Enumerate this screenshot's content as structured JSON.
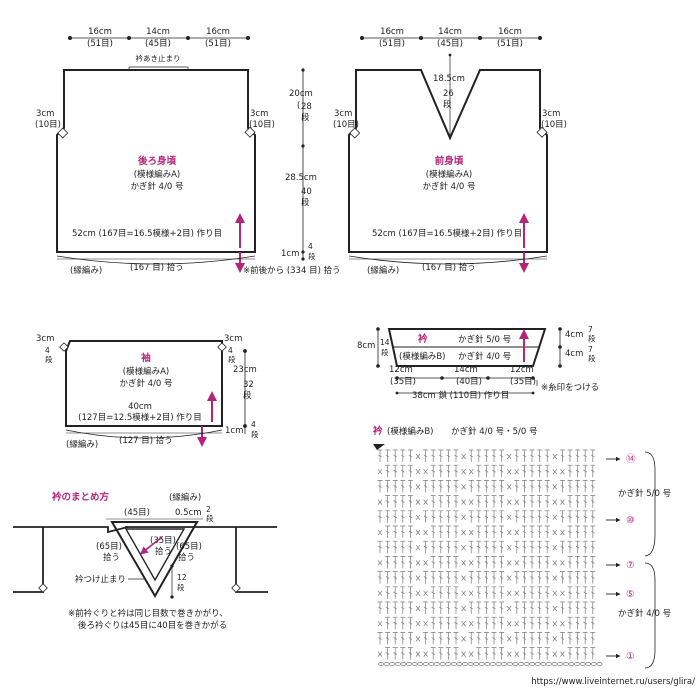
{
  "colors": {
    "line": "#222222",
    "accent": "#b5247a",
    "stitch": "#7a7a7a"
  },
  "back": {
    "widths": [
      "16cm",
      "14cm",
      "16cm"
    ],
    "width_rows": [
      "(51目)",
      "(45目)",
      "(51目)"
    ],
    "neck_label": "衿あき止まり",
    "armhole_left": "3cm",
    "armhole_left_rows": "(10目)",
    "armhole_right": "3cm",
    "armhole_right_rows": "(10目)",
    "title": "後ろ身頃",
    "pattern": "(模様編みA)",
    "hook": "かぎ針 4/0 号",
    "hem": "52cm (167目=16.5模様+2目) 作り目",
    "edge": "(縁編み)",
    "pickup": "(167 目) 拾う"
  },
  "heights": {
    "upper": "20cm",
    "upper_rows": [
      "28",
      "段"
    ],
    "lower": "28.5cm",
    "lower_rows": [
      "40",
      "段"
    ],
    "edge": "1cm",
    "edge_rows": [
      "4",
      "段"
    ],
    "note": "※前後から (334 目) 拾う"
  },
  "front": {
    "widths": [
      "16cm",
      "14cm",
      "16cm"
    ],
    "width_rows": [
      "(51目)",
      "(45目)",
      "(51目)"
    ],
    "v_depth": "18.5cm",
    "v_rows": [
      "26",
      "段"
    ],
    "armhole_left": "3cm",
    "armhole_left_rows": "(10目)",
    "armhole_right": "3cm",
    "armhole_right_rows": "(10目)",
    "title": "前身頃",
    "pattern": "(模様編みA)",
    "hook": "かぎ針 4/0 号",
    "hem": "52cm (167目=16.5模様+2目) 作り目",
    "edge": "(縁編み)",
    "pickup": "(167 目) 拾う"
  },
  "sleeve": {
    "top_left": "3cm",
    "top_left_rows": [
      "4",
      "段"
    ],
    "top_right": "3cm",
    "top_right_rows": [
      "4",
      "段"
    ],
    "height": "23cm",
    "height_rows": [
      "32",
      "段"
    ],
    "edge_h": "1cm",
    "edge_rows": [
      "4",
      "段"
    ],
    "title": "袖",
    "pattern": "(模様編みA)",
    "hook": "かぎ針 4/0 号",
    "width": "40cm",
    "cast": "(127目=12.5模様+2目) 作り目",
    "edge": "(縁編み)",
    "pickup": "(127 目) 拾う"
  },
  "collar": {
    "title": "衿",
    "top_hook": "かぎ針 5/0 号",
    "total_h": "8cm",
    "total_rows": [
      "14",
      "段"
    ],
    "pattern_b": "(模様編みB)",
    "bottom_hook": "かぎ針 4/0 号",
    "r1": "4cm",
    "r1_rows": [
      "7",
      "段"
    ],
    "r2": "4cm",
    "r2_rows": [
      "7",
      "段"
    ],
    "w_left": "12cm",
    "w_left_rows": "(35目)",
    "w_mid": "14cm",
    "w_mid_rows": "(40目)",
    "w_right": "12cm",
    "w_right_rows": "(35目)",
    "mark_note": "※糸印をつける",
    "bottom": "38cm 鎖 (110目) 作り目"
  },
  "finish": {
    "title": "衿のまとめ方",
    "edge": "(縁編み)",
    "edge_h": "0.5cm",
    "edge_rows": [
      "2",
      "段"
    ],
    "top_count": "(45目)",
    "mid_count": "(35目)",
    "mid_pick": "拾う",
    "left_count": "(65目)",
    "left_pick": "拾う",
    "right_count": "(65目)",
    "right_pick": "拾う",
    "rows_12": [
      "12",
      "段"
    ],
    "attach_label": "衿つけ止まり",
    "note1": "※前衿ぐりと衿は同じ目数で巻きかがり、",
    "note2": "後ろ衿ぐりは45目に40目を巻きかがる"
  },
  "chart": {
    "title": "衿",
    "pattern": "(模様編みB)",
    "hooks": "かぎ針 4/0 号・5/0 号",
    "rows": [
      "⑭",
      "⑩",
      "⑦",
      "⑤",
      "①"
    ],
    "hook_upper": "かぎ針 5/0 号",
    "hook_lower": "かぎ針 4/0 号",
    "watermark": "https://www.liveinternet.ru/users/glira/"
  }
}
